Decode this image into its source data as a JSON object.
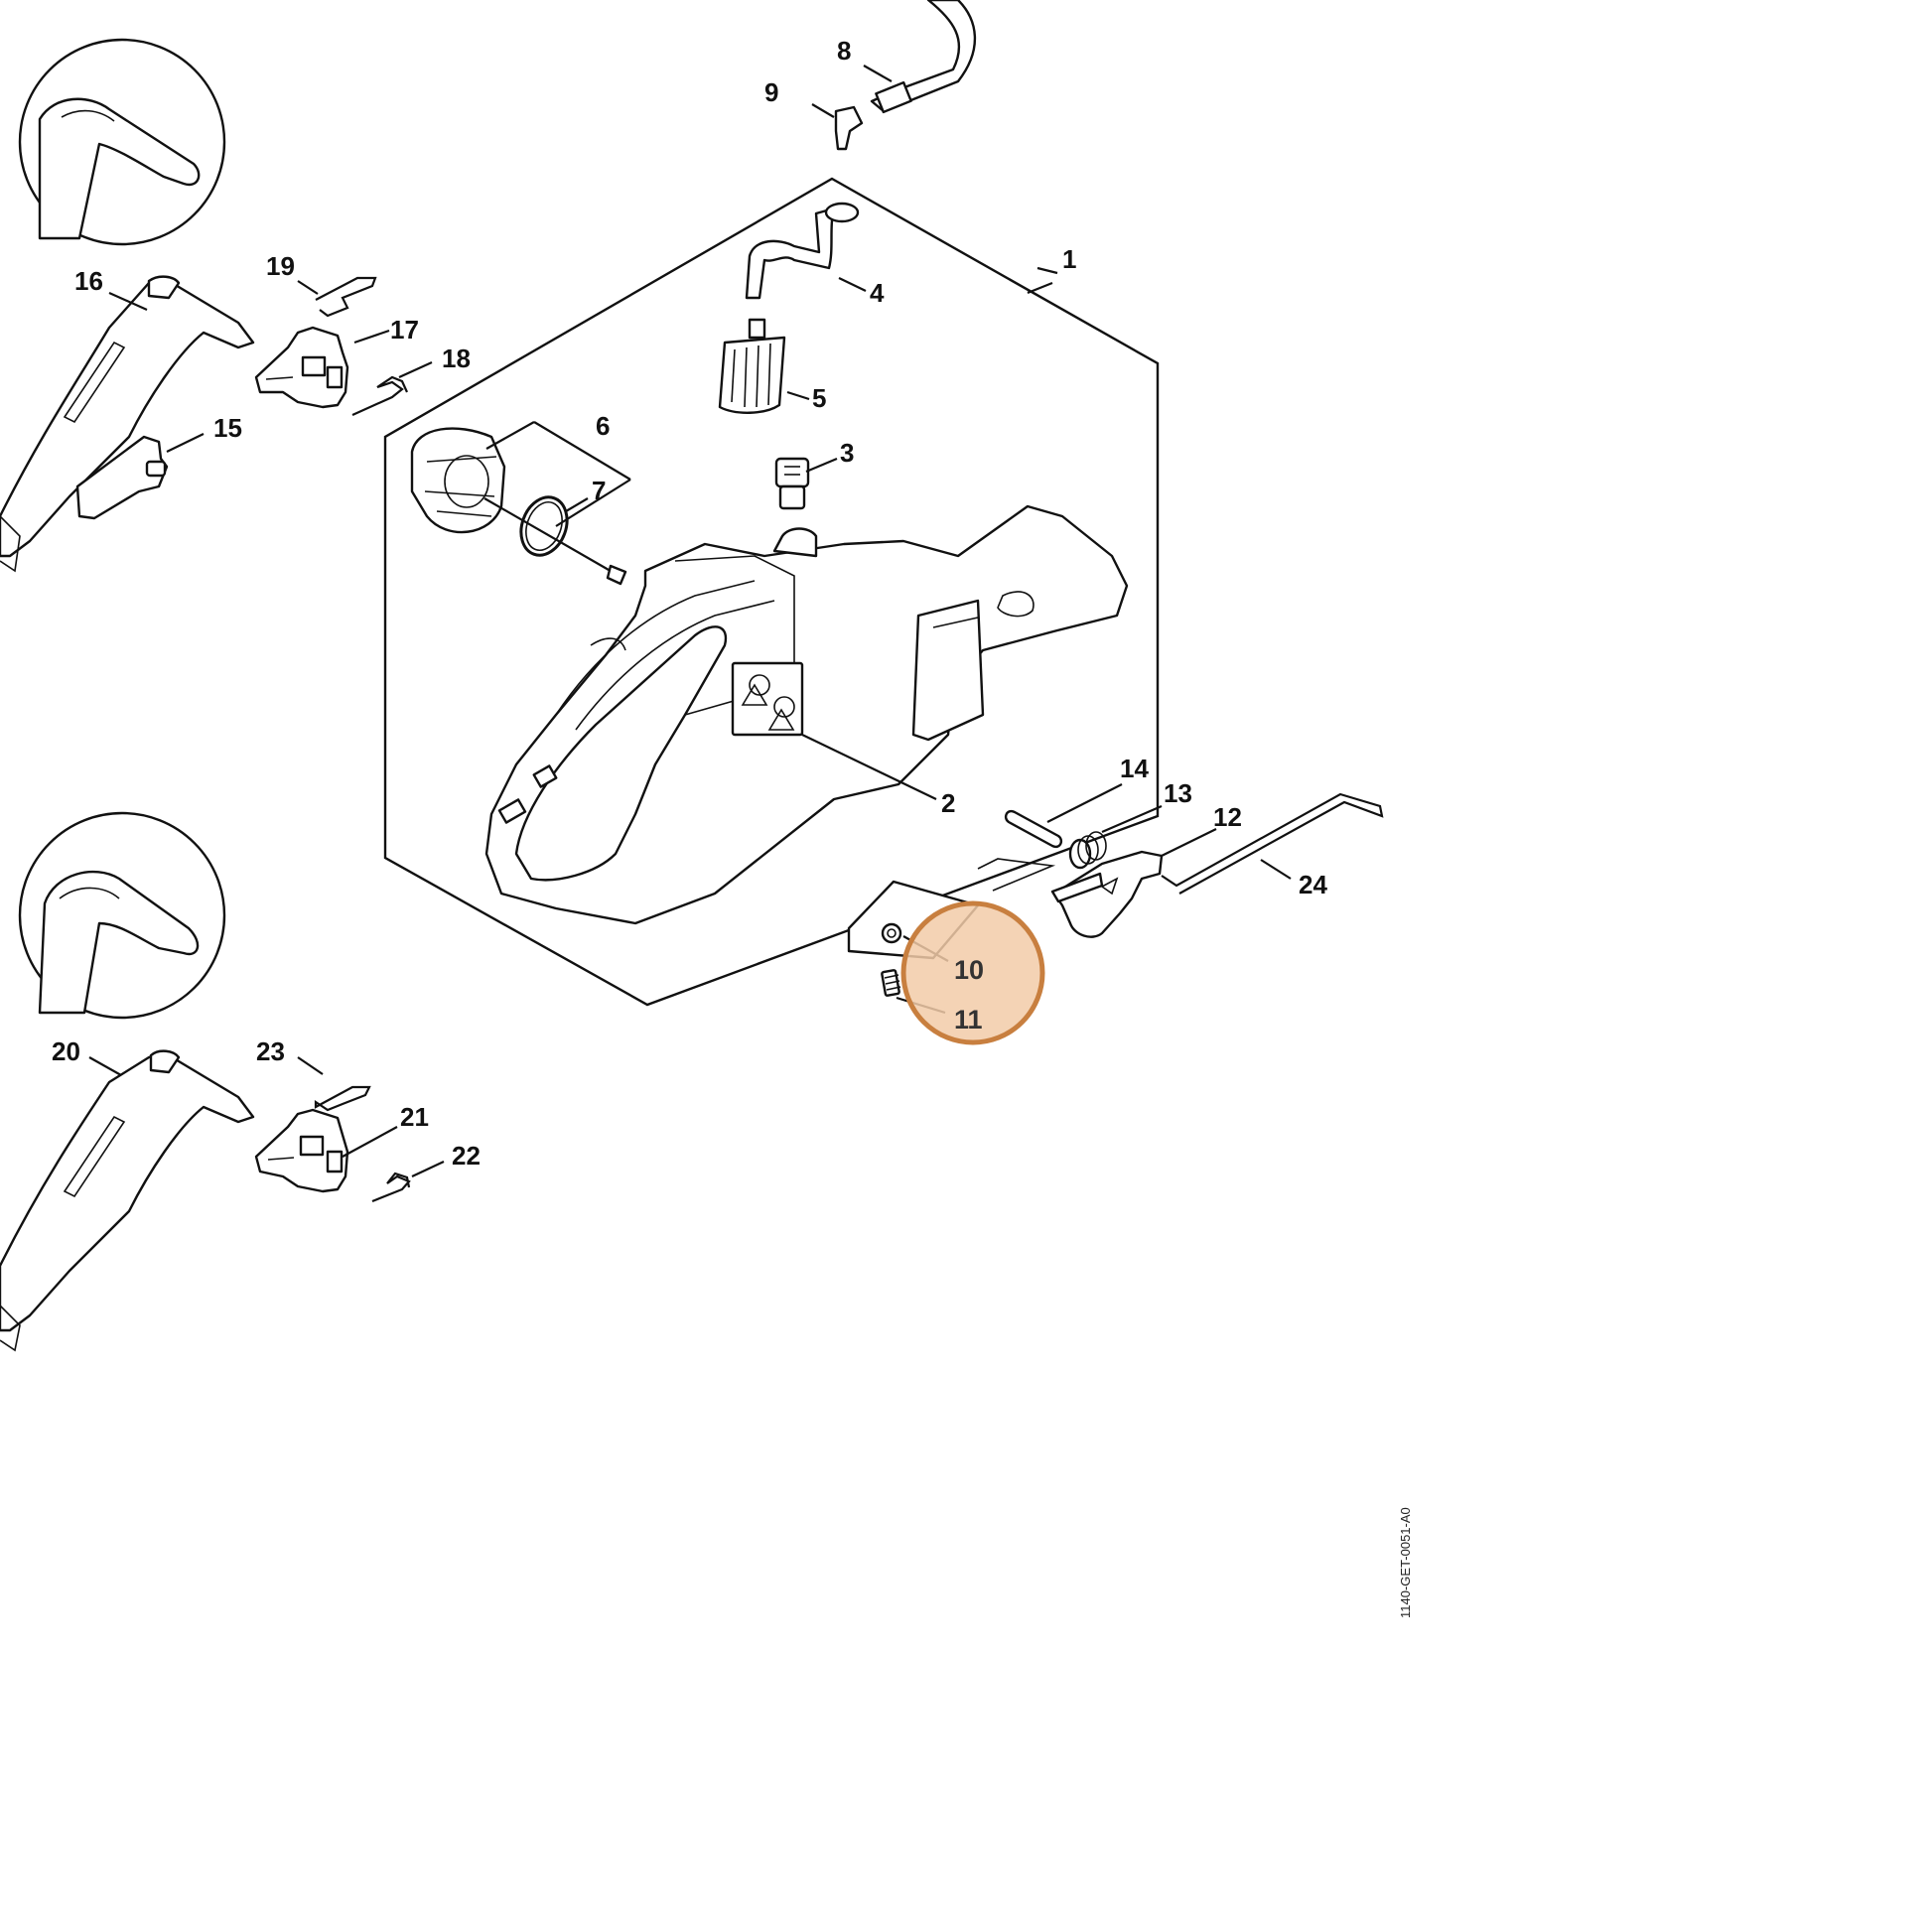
{
  "diagram": {
    "drawing_code": "1140-GET-0051-A0",
    "highlight_color": "#c87f3f",
    "highlight_fill": "#f2cba8",
    "highlighted_labels": [
      "10",
      "11"
    ],
    "callouts": [
      "1",
      "2",
      "3",
      "4",
      "5",
      "6",
      "7",
      "8",
      "9",
      "10",
      "11",
      "12",
      "13",
      "14",
      "15",
      "16",
      "17",
      "18",
      "19",
      "20",
      "21",
      "22",
      "23",
      "24"
    ]
  }
}
